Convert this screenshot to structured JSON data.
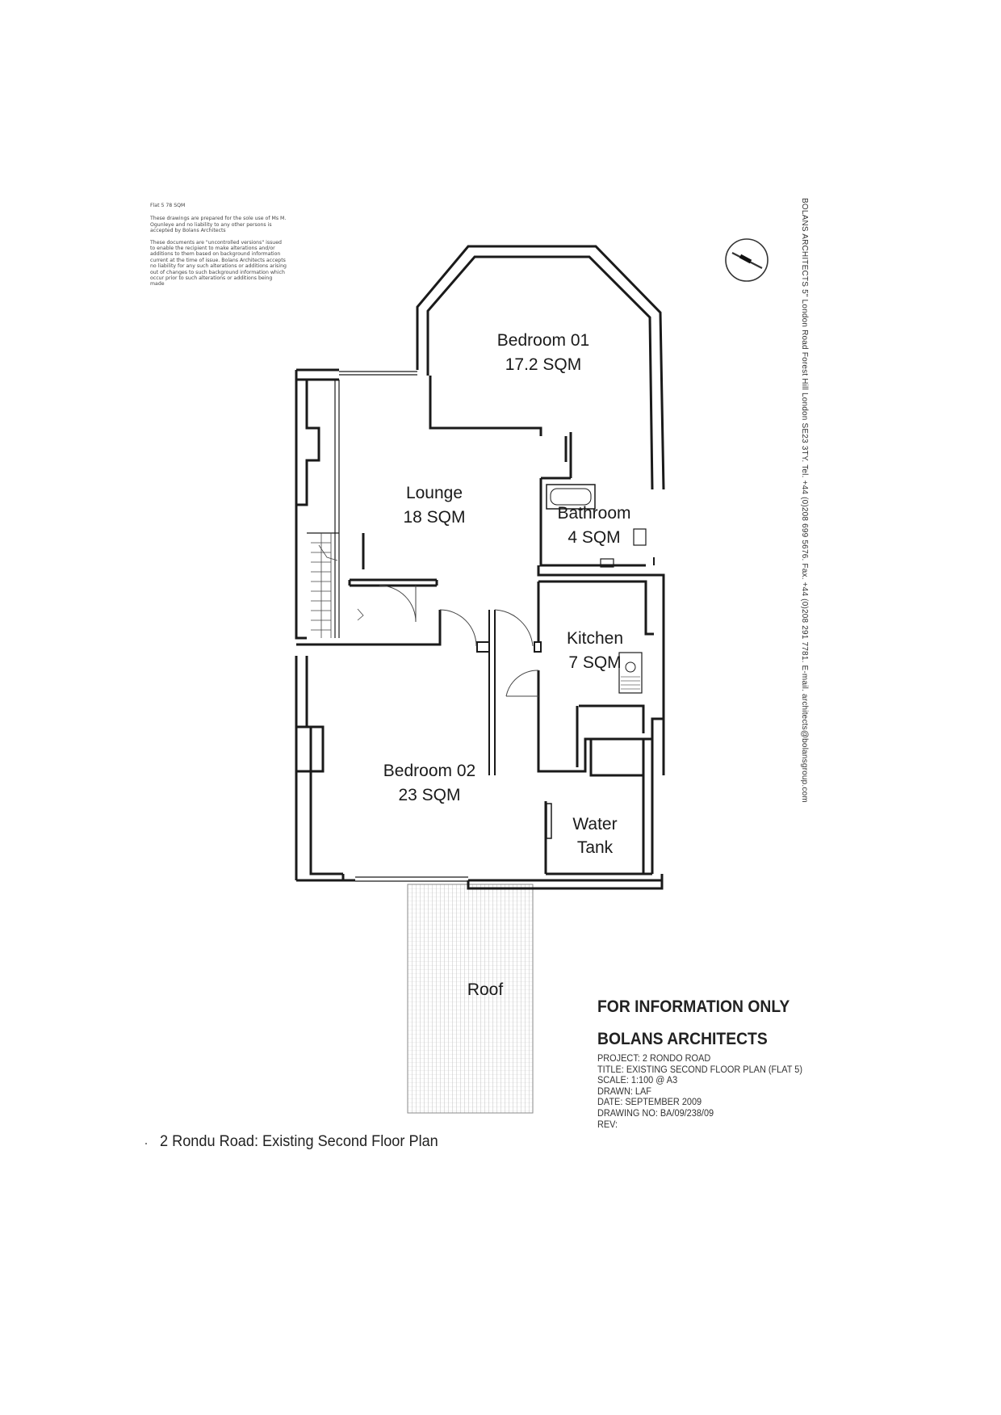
{
  "notes": {
    "area": "Flat 5 78 SQM",
    "liability": "These drawings are prepared for the sole use of Ms M. Ogunleye and no liability to any other persons is accepted by Bolans Architects",
    "uncontrolled": "These documents are \"uncontrolled versions\" issued to enable the recipient to make alterations and/or additions to them based on background information current at the time of issue. Bolans Architects accepts no liability for any such alterations or additions arising out of changes to such background information which occur prior to such alterations or additions being made"
  },
  "sidebar": {
    "contact": "BOLANS ARCHITECTS 5\" London Road Forest Hill London SE23 3TY. Tel. +44 (0)208 699 5676. Fax. +44 (0)208 291 7781. E-mail. architects@bolansgroup.com"
  },
  "rooms": {
    "bedroom01": {
      "name": "Bedroom 01",
      "area": "17.2 SQM"
    },
    "lounge": {
      "name": "Lounge",
      "area": "18 SQM"
    },
    "bathroom": {
      "name": "Bathroom",
      "area": "4 SQM"
    },
    "kitchen": {
      "name": "Kitchen",
      "area": "7 SQM"
    },
    "bedroom02": {
      "name": "Bedroom 02",
      "area": "23 SQM"
    },
    "water_tank": {
      "line1": "Water",
      "line2": "Tank"
    },
    "roof": {
      "name": "Roof"
    }
  },
  "title_block": {
    "status": "FOR INFORMATION ONLY",
    "firm": "BOLANS ARCHITECTS",
    "project": "PROJECT: 2 RONDO ROAD",
    "title": "TITLE: EXISTING SECOND FLOOR PLAN (FLAT 5)",
    "scale": "SCALE: 1:100 @ A3",
    "drawn": "DRAWN: LAF",
    "date": "DATE: SEPTEMBER 2009",
    "drawing_no": "DRAWING NO: BA/09/238/09",
    "rev": "REV:"
  },
  "caption": "2 Rondu Road: Existing Second Floor Plan",
  "colors": {
    "ink": "#1a1a1a",
    "paper": "#ffffff"
  },
  "icons": {
    "north_arrow": "north-arrow-icon"
  }
}
